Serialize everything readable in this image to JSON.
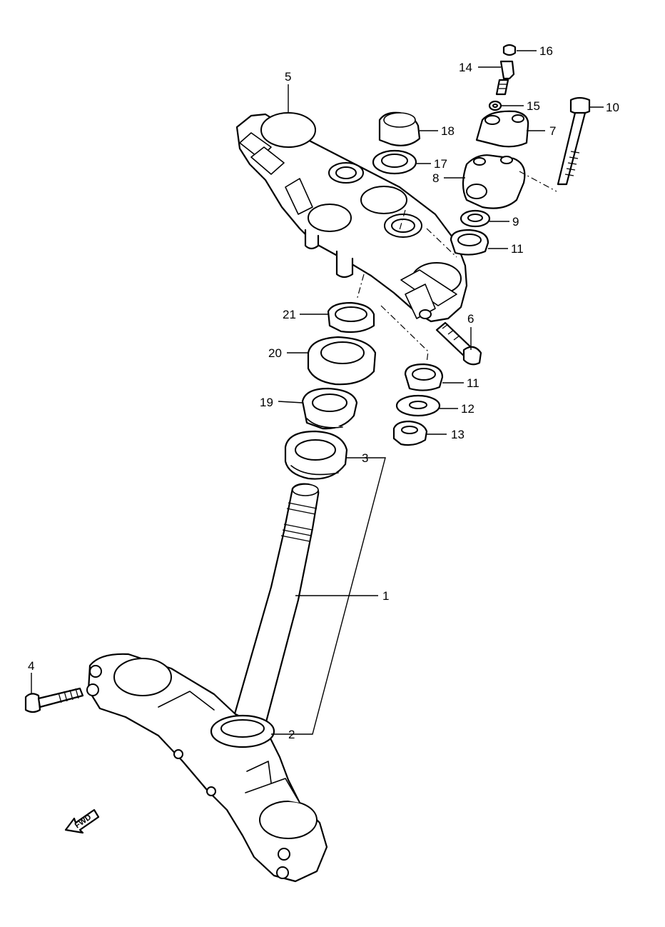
{
  "diagram": {
    "callouts": {
      "c1": "1",
      "c2": "2",
      "c3": "3",
      "c4": "4",
      "c5": "5",
      "c6": "6",
      "c7": "7",
      "c8": "8",
      "c9": "9",
      "c10": "10",
      "c11a": "11",
      "c11b": "11",
      "c12": "12",
      "c13": "13",
      "c14": "14",
      "c15": "15",
      "c16": "16",
      "c17": "17",
      "c18": "18",
      "c19": "19",
      "c20": "20",
      "c21": "21"
    },
    "fwd_label": "FWD"
  }
}
